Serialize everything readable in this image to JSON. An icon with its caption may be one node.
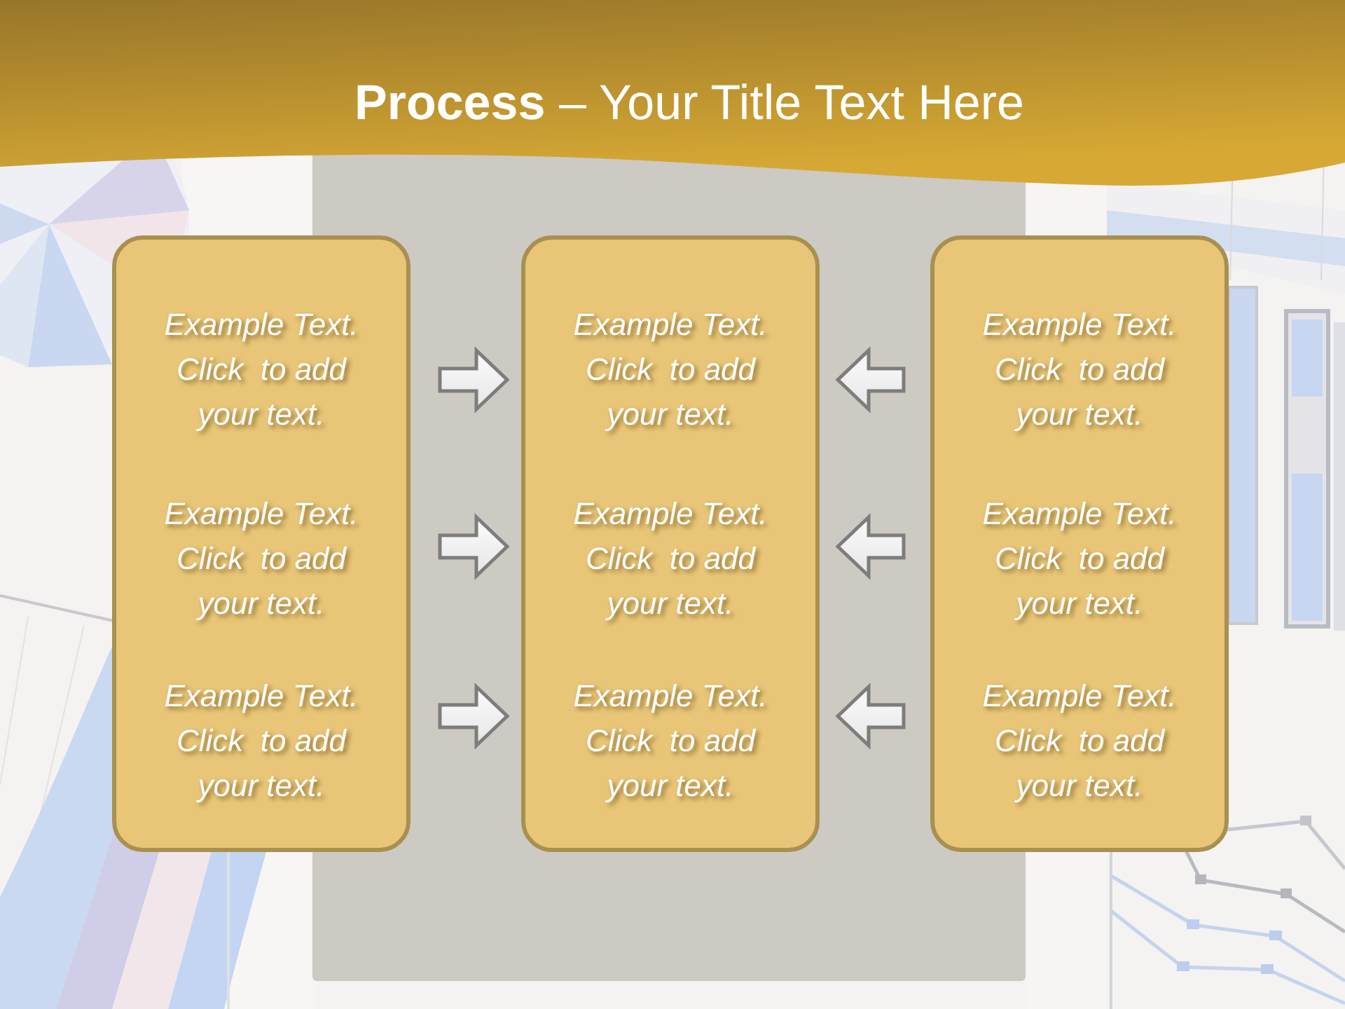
{
  "diagram": {
    "title": "**Process** – Your Title Text Here",
    "nodes": [
      {
        "text": [
          "Example Text. Click  to add your text.",
          "Example Text. Click  to add your text.",
          "Example Text. Click  to add your text."
        ]
      },
      {
        "text": [
          "Example Text. Click  to add your text.",
          "Example Text. Click  to add your text.",
          "Example Text. Click  to add your text."
        ]
      },
      {
        "text": [
          "Example Text. Click  to add your text.",
          "Example Text. Click  to add your text.",
          "Example Text. Click  to add your text."
        ]
      }
    ],
    "edges": [
      {
        "from": 0,
        "to": 1,
        "arrow": "to"
      },
      {
        "from": 0,
        "to": 1,
        "arrow": "to"
      },
      {
        "from": 0,
        "to": 1,
        "arrow": "to"
      },
      {
        "from": 2,
        "to": 1,
        "arrow": "to"
      },
      {
        "from": 2,
        "to": 1,
        "arrow": "to"
      },
      {
        "from": 2,
        "to": 1,
        "arrow": "to"
      }
    ]
  }
}
